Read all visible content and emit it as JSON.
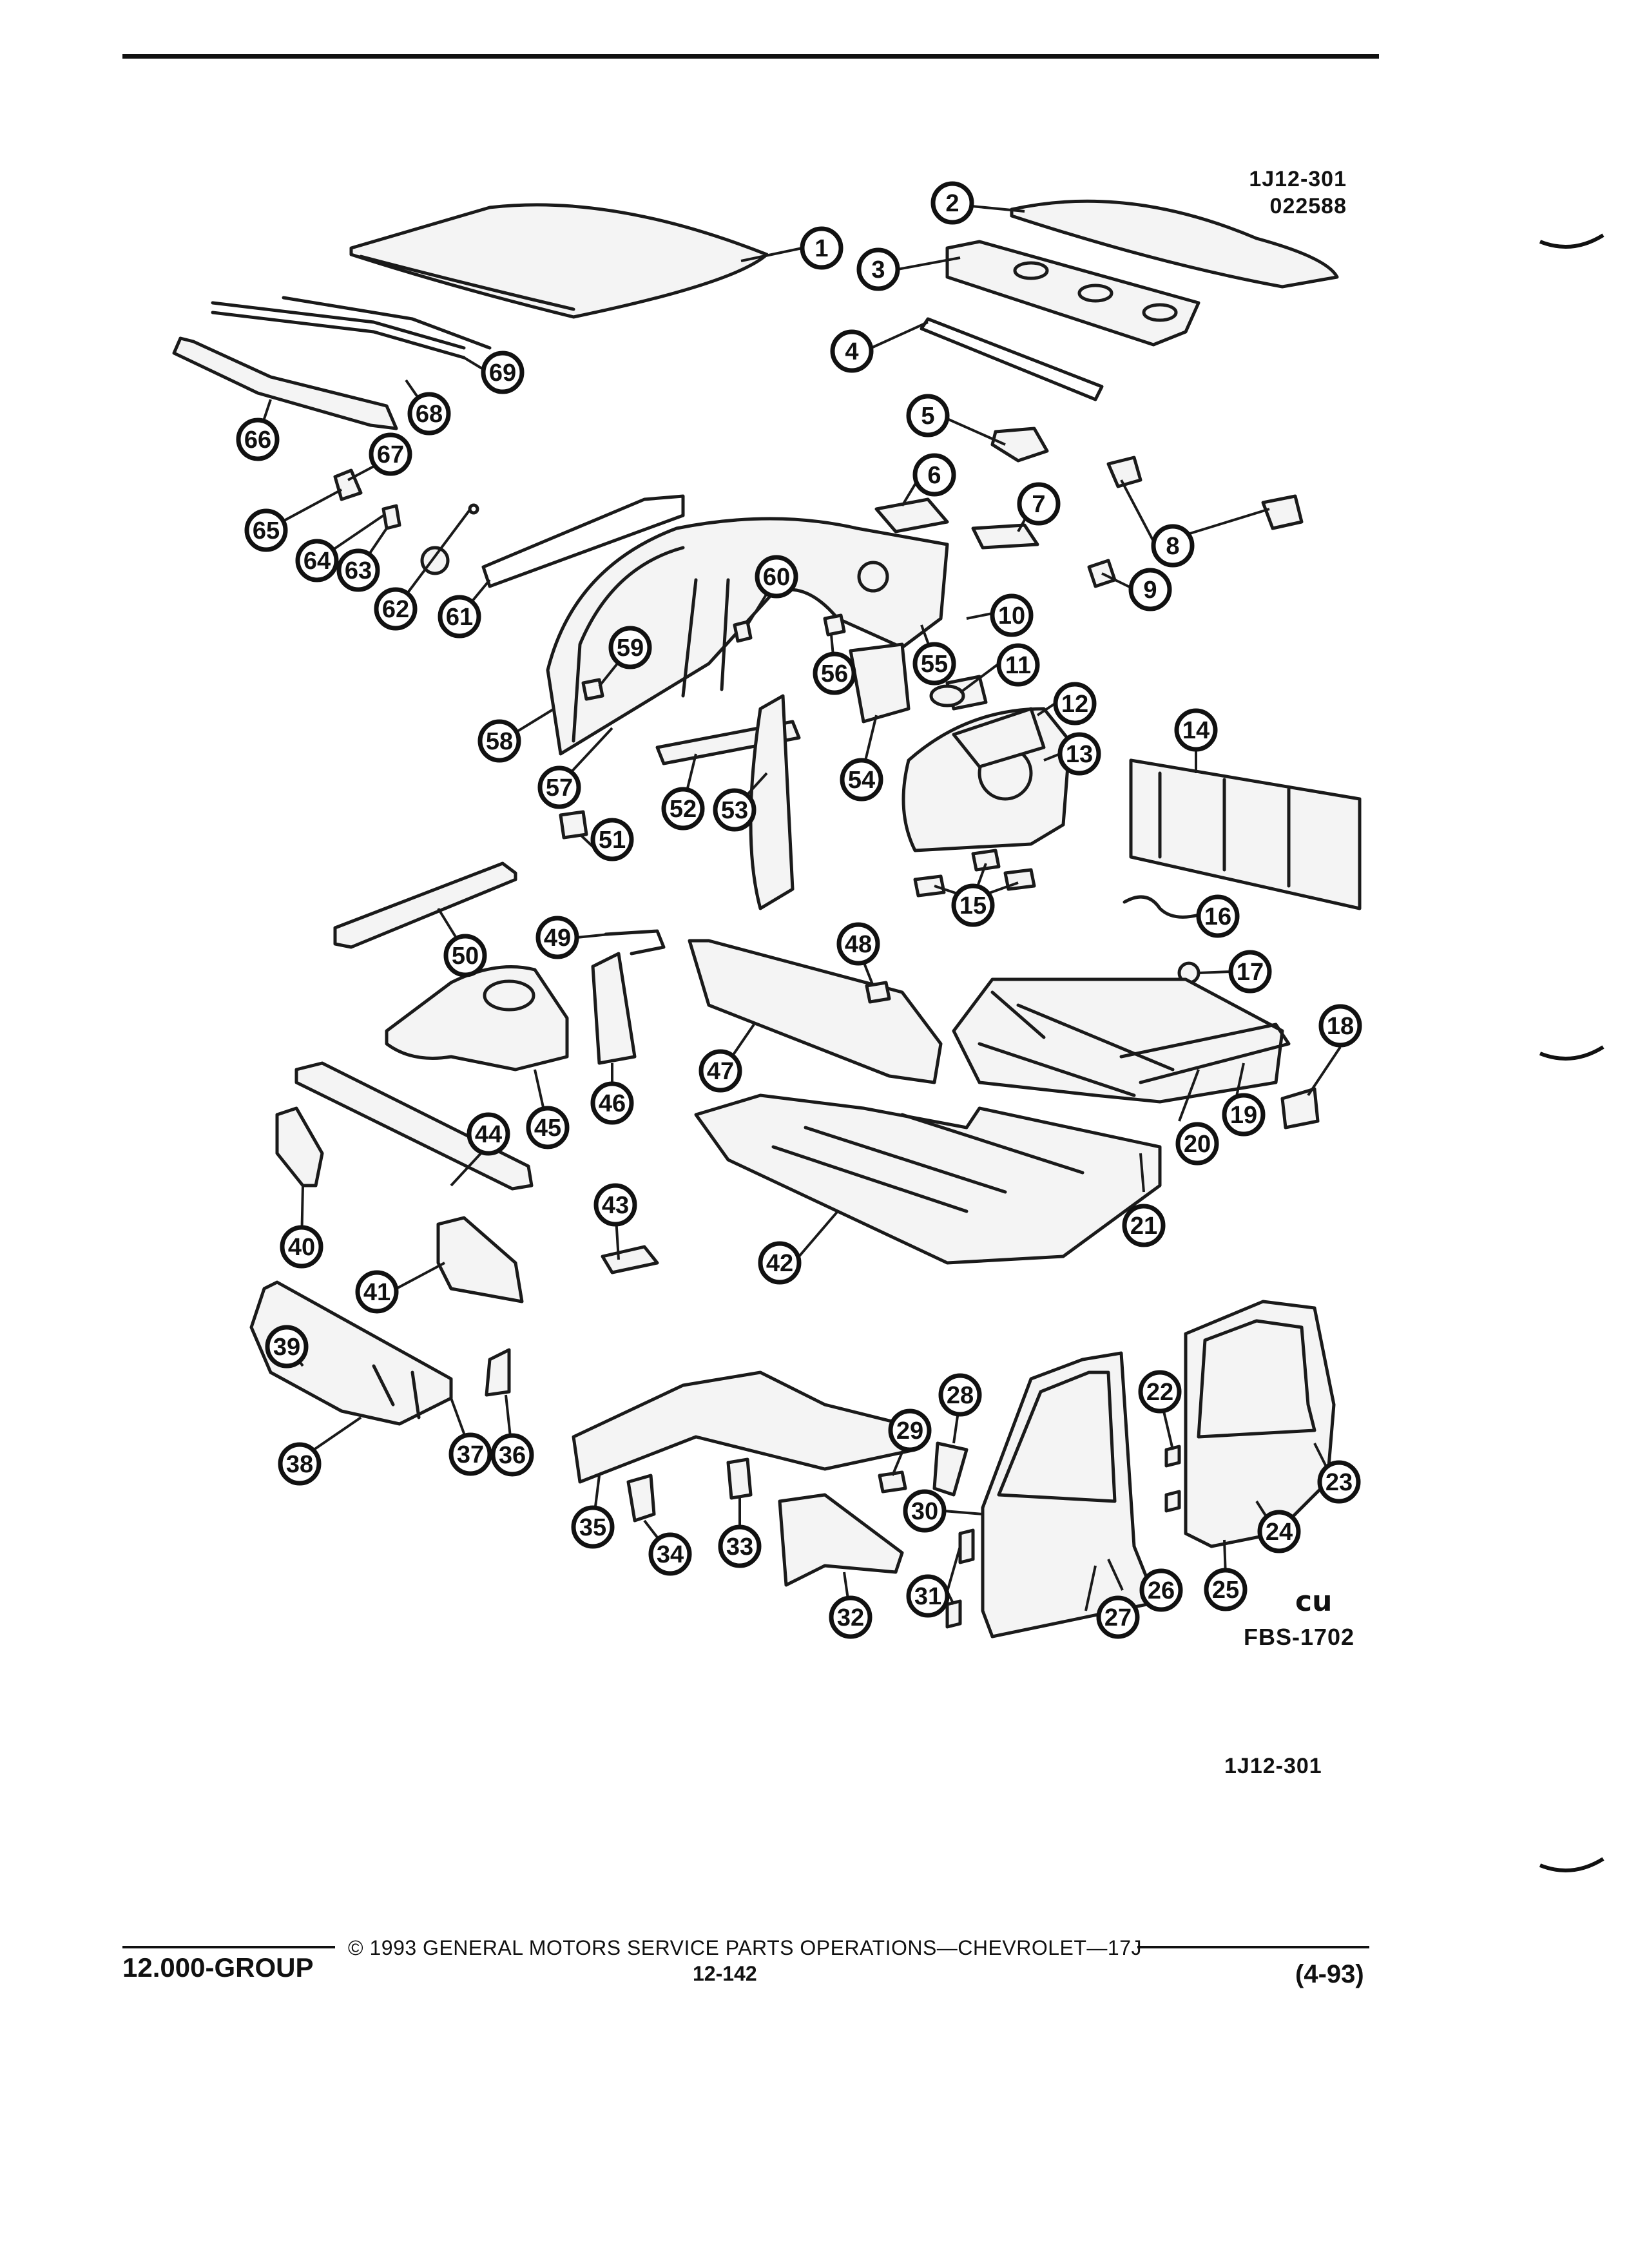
{
  "header": {
    "diagram_id": "1J12-301",
    "date_code": "022588"
  },
  "figure": {
    "code": "FBS-1702",
    "logo_text": "cu"
  },
  "caption": "1J12-301",
  "footer": {
    "group": "12.000-GROUP",
    "copyright": "© 1993 GENERAL MOTORS SERVICE PARTS OPERATIONS—CHEVROLET—17J",
    "page": "12-142",
    "date": "(4-93)"
  },
  "callouts": [
    {
      "label": "1"
    },
    {
      "label": "2"
    },
    {
      "label": "3"
    },
    {
      "label": "4"
    },
    {
      "label": "5"
    },
    {
      "label": "6"
    },
    {
      "label": "7"
    },
    {
      "label": "8"
    },
    {
      "label": "9"
    },
    {
      "label": "10"
    },
    {
      "label": "11"
    },
    {
      "label": "12"
    },
    {
      "label": "13"
    },
    {
      "label": "14"
    },
    {
      "label": "15"
    },
    {
      "label": "16"
    },
    {
      "label": "17"
    },
    {
      "label": "18"
    },
    {
      "label": "19"
    },
    {
      "label": "20"
    },
    {
      "label": "21"
    },
    {
      "label": "22"
    },
    {
      "label": "23"
    },
    {
      "label": "24"
    },
    {
      "label": "25"
    },
    {
      "label": "26"
    },
    {
      "label": "27"
    },
    {
      "label": "28"
    },
    {
      "label": "29"
    },
    {
      "label": "30"
    },
    {
      "label": "31"
    },
    {
      "label": "32"
    },
    {
      "label": "33"
    },
    {
      "label": "34"
    },
    {
      "label": "35"
    },
    {
      "label": "36"
    },
    {
      "label": "37"
    },
    {
      "label": "38"
    },
    {
      "label": "39"
    },
    {
      "label": "40"
    },
    {
      "label": "41"
    },
    {
      "label": "42"
    },
    {
      "label": "43"
    },
    {
      "label": "44"
    },
    {
      "label": "45"
    },
    {
      "label": "46"
    },
    {
      "label": "47"
    },
    {
      "label": "48"
    },
    {
      "label": "49"
    },
    {
      "label": "50"
    },
    {
      "label": "51"
    },
    {
      "label": "52"
    },
    {
      "label": "53"
    },
    {
      "label": "54"
    },
    {
      "label": "55"
    },
    {
      "label": "56"
    },
    {
      "label": "57"
    },
    {
      "label": "58"
    },
    {
      "label": "59"
    },
    {
      "label": "60"
    },
    {
      "label": "61"
    },
    {
      "label": "62"
    },
    {
      "label": "63"
    },
    {
      "label": "64"
    },
    {
      "label": "65"
    },
    {
      "label": "66"
    },
    {
      "label": "67"
    },
    {
      "label": "68"
    },
    {
      "label": "69"
    }
  ]
}
